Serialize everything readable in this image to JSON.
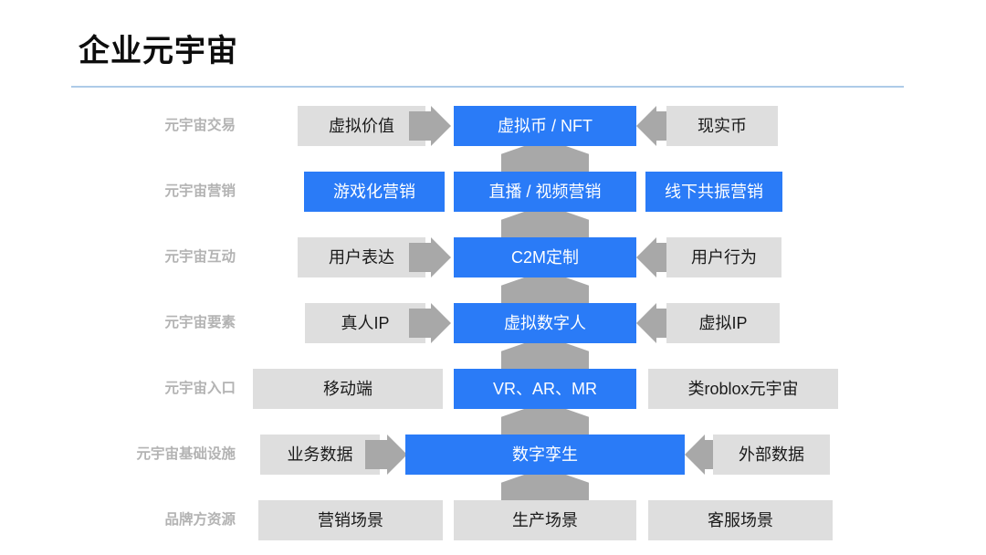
{
  "header": {
    "title": "企业元宇宙",
    "rule_color": "#aecbe8"
  },
  "theme": {
    "blue": "#2a7bf7",
    "gray_box": "#dedede",
    "arrow_gray": "#a8a8a8",
    "label_gray": "#b3b3b3",
    "text_dark": "#1a1a1a",
    "background": "#ffffff"
  },
  "diagram": {
    "type": "layered-stack",
    "rows": [
      {
        "label": "元宇宙交易",
        "left": {
          "text": "虚拟价值",
          "style": "gray"
        },
        "left_arrow": "arrow-right",
        "center": {
          "text": "虚拟币 / NFT",
          "style": "blue"
        },
        "right_arrow": "arrow-left",
        "right": {
          "text": "现实币",
          "style": "gray"
        }
      },
      {
        "label": "元宇宙营销",
        "left": {
          "text": "游戏化营销",
          "style": "blue"
        },
        "left_arrow": null,
        "center": {
          "text": "直播 / 视频营销",
          "style": "blue"
        },
        "right_arrow": null,
        "right": {
          "text": "线下共振营销",
          "style": "blue"
        }
      },
      {
        "label": "元宇宙互动",
        "left": {
          "text": "用户表达",
          "style": "gray"
        },
        "left_arrow": "arrow-right",
        "center": {
          "text": "C2M定制",
          "style": "blue"
        },
        "right_arrow": "arrow-left",
        "right": {
          "text": "用户行为",
          "style": "gray"
        }
      },
      {
        "label": "元宇宙要素",
        "left": {
          "text": "真人IP",
          "style": "gray"
        },
        "left_arrow": "arrow-right",
        "center": {
          "text": "虚拟数字人",
          "style": "blue"
        },
        "right_arrow": "arrow-left",
        "right": {
          "text": "虚拟IP",
          "style": "gray"
        }
      },
      {
        "label": "元宇宙入口",
        "left": {
          "text": "移动端",
          "style": "gray"
        },
        "left_arrow": null,
        "center": {
          "text": "VR、AR、MR",
          "style": "blue"
        },
        "right_arrow": null,
        "right": {
          "text": "类roblox元宇宙",
          "style": "gray"
        }
      },
      {
        "label": "元宇宙基础设施",
        "left": {
          "text": "业务数据",
          "style": "gray"
        },
        "left_arrow": "arrow-right",
        "center": {
          "text": "数字孪生",
          "style": "blue"
        },
        "right_arrow": "arrow-left",
        "right": {
          "text": "外部数据",
          "style": "gray"
        }
      },
      {
        "label": "品牌方资源",
        "left": {
          "text": "营销场景",
          "style": "gray"
        },
        "left_arrow": null,
        "center": {
          "text": "生产场景",
          "style": "gray"
        },
        "right_arrow": null,
        "right": {
          "text": "客服场景",
          "style": "gray"
        }
      }
    ],
    "connectors": [
      {
        "name": "up-arrow-marketing-to-trade"
      },
      {
        "name": "up-arrow-interaction-to-marketing"
      },
      {
        "name": "up-arrow-elements-to-interaction"
      },
      {
        "name": "up-arrow-entry-to-elements"
      },
      {
        "name": "up-arrow-infrastructure-to-entry"
      },
      {
        "name": "up-arrow-resources-to-infrastructure"
      }
    ]
  }
}
